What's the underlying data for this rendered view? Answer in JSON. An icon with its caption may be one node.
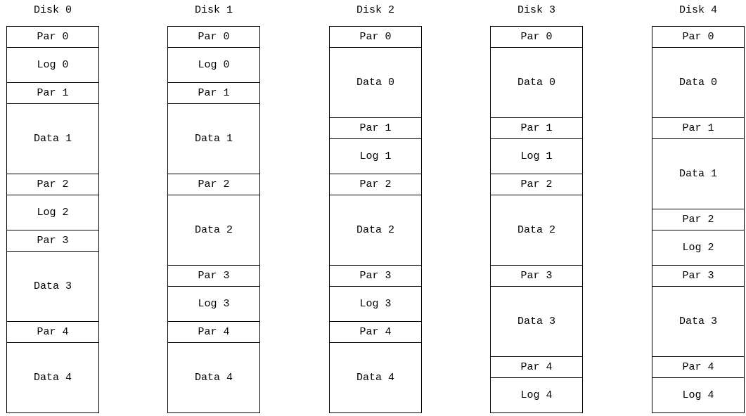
{
  "diagram": {
    "nodes": [
      {
        "text": [
          "Disk 0"
        ]
      },
      {
        "text": [
          "Par 0"
        ],
        "in": 0
      },
      {
        "text": [
          "Log 0"
        ],
        "in": 0
      },
      {
        "text": [
          "Par 1"
        ],
        "in": 0
      },
      {
        "text": [
          "Data 1"
        ],
        "in": 0
      },
      {
        "text": [
          "Par 2"
        ],
        "in": 0
      },
      {
        "text": [
          "Log 2"
        ],
        "in": 0
      },
      {
        "text": [
          "Par 3"
        ],
        "in": 0
      },
      {
        "text": [
          "Data 3"
        ],
        "in": 0
      },
      {
        "text": [
          "Par 4"
        ],
        "in": 0
      },
      {
        "text": [
          "Data 4"
        ],
        "in": 0
      },
      {
        "text": [
          "Disk 1"
        ]
      },
      {
        "text": [
          "Par 0"
        ],
        "in": 11
      },
      {
        "text": [
          "Log 0"
        ],
        "in": 11
      },
      {
        "text": [
          "Par 1"
        ],
        "in": 11
      },
      {
        "text": [
          "Data 1"
        ],
        "in": 11
      },
      {
        "text": [
          "Par 2"
        ],
        "in": 11
      },
      {
        "text": [
          "Data 2"
        ],
        "in": 11
      },
      {
        "text": [
          "Par 3"
        ],
        "in": 11
      },
      {
        "text": [
          "Log 3"
        ],
        "in": 11
      },
      {
        "text": [
          "Par 4"
        ],
        "in": 11
      },
      {
        "text": [
          "Data 4"
        ],
        "in": 11
      },
      {
        "text": [
          "Disk 2"
        ]
      },
      {
        "text": [
          "Par 0"
        ],
        "in": 22
      },
      {
        "text": [
          "Data 0"
        ],
        "in": 22
      },
      {
        "text": [
          "Par 1"
        ],
        "in": 22
      },
      {
        "text": [
          "Log 1"
        ],
        "in": 22
      },
      {
        "text": [
          "Par 2"
        ],
        "in": 22
      },
      {
        "text": [
          "Data 2"
        ],
        "in": 22
      },
      {
        "text": [
          "Par 3"
        ],
        "in": 22
      },
      {
        "text": [
          "Log 3"
        ],
        "in": 22
      },
      {
        "text": [
          "Par 4"
        ],
        "in": 22
      },
      {
        "text": [
          "Data 4"
        ],
        "in": 22
      },
      {
        "text": [
          "Disk 3"
        ]
      },
      {
        "text": [
          "Par 0"
        ],
        "in": 33
      },
      {
        "text": [
          "Data 0"
        ],
        "in": 33
      },
      {
        "text": [
          "Par 1"
        ],
        "in": 33
      },
      {
        "text": [
          "Log 1"
        ],
        "in": 33
      },
      {
        "text": [
          "Par 2"
        ],
        "in": 33
      },
      {
        "text": [
          "Data 2"
        ],
        "in": 33
      },
      {
        "text": [
          "Par 3"
        ],
        "in": 33
      },
      {
        "text": [
          "Data 3"
        ],
        "in": 33
      },
      {
        "text": [
          "Par 4"
        ],
        "in": 33
      },
      {
        "text": [
          "Log 4"
        ],
        "in": 33
      },
      {
        "text": [
          "Disk 4"
        ]
      },
      {
        "text": [
          "Par 0"
        ],
        "in": 44
      },
      {
        "text": [
          "Data 0"
        ],
        "in": 44
      },
      {
        "text": [
          "Par 1"
        ],
        "in": 44
      },
      {
        "text": [
          "Data 1"
        ],
        "in": 44
      },
      {
        "text": [
          "Par 2"
        ],
        "in": 44
      },
      {
        "text": [
          "Log 2"
        ],
        "in": 44
      },
      {
        "text": [
          "Par 3"
        ],
        "in": 44
      },
      {
        "text": [
          "Data 3"
        ],
        "in": 44
      },
      {
        "text": [
          "Par 4"
        ],
        "in": 44
      },
      {
        "text": [
          "Log 4"
        ],
        "in": 44
      }
    ]
  }
}
